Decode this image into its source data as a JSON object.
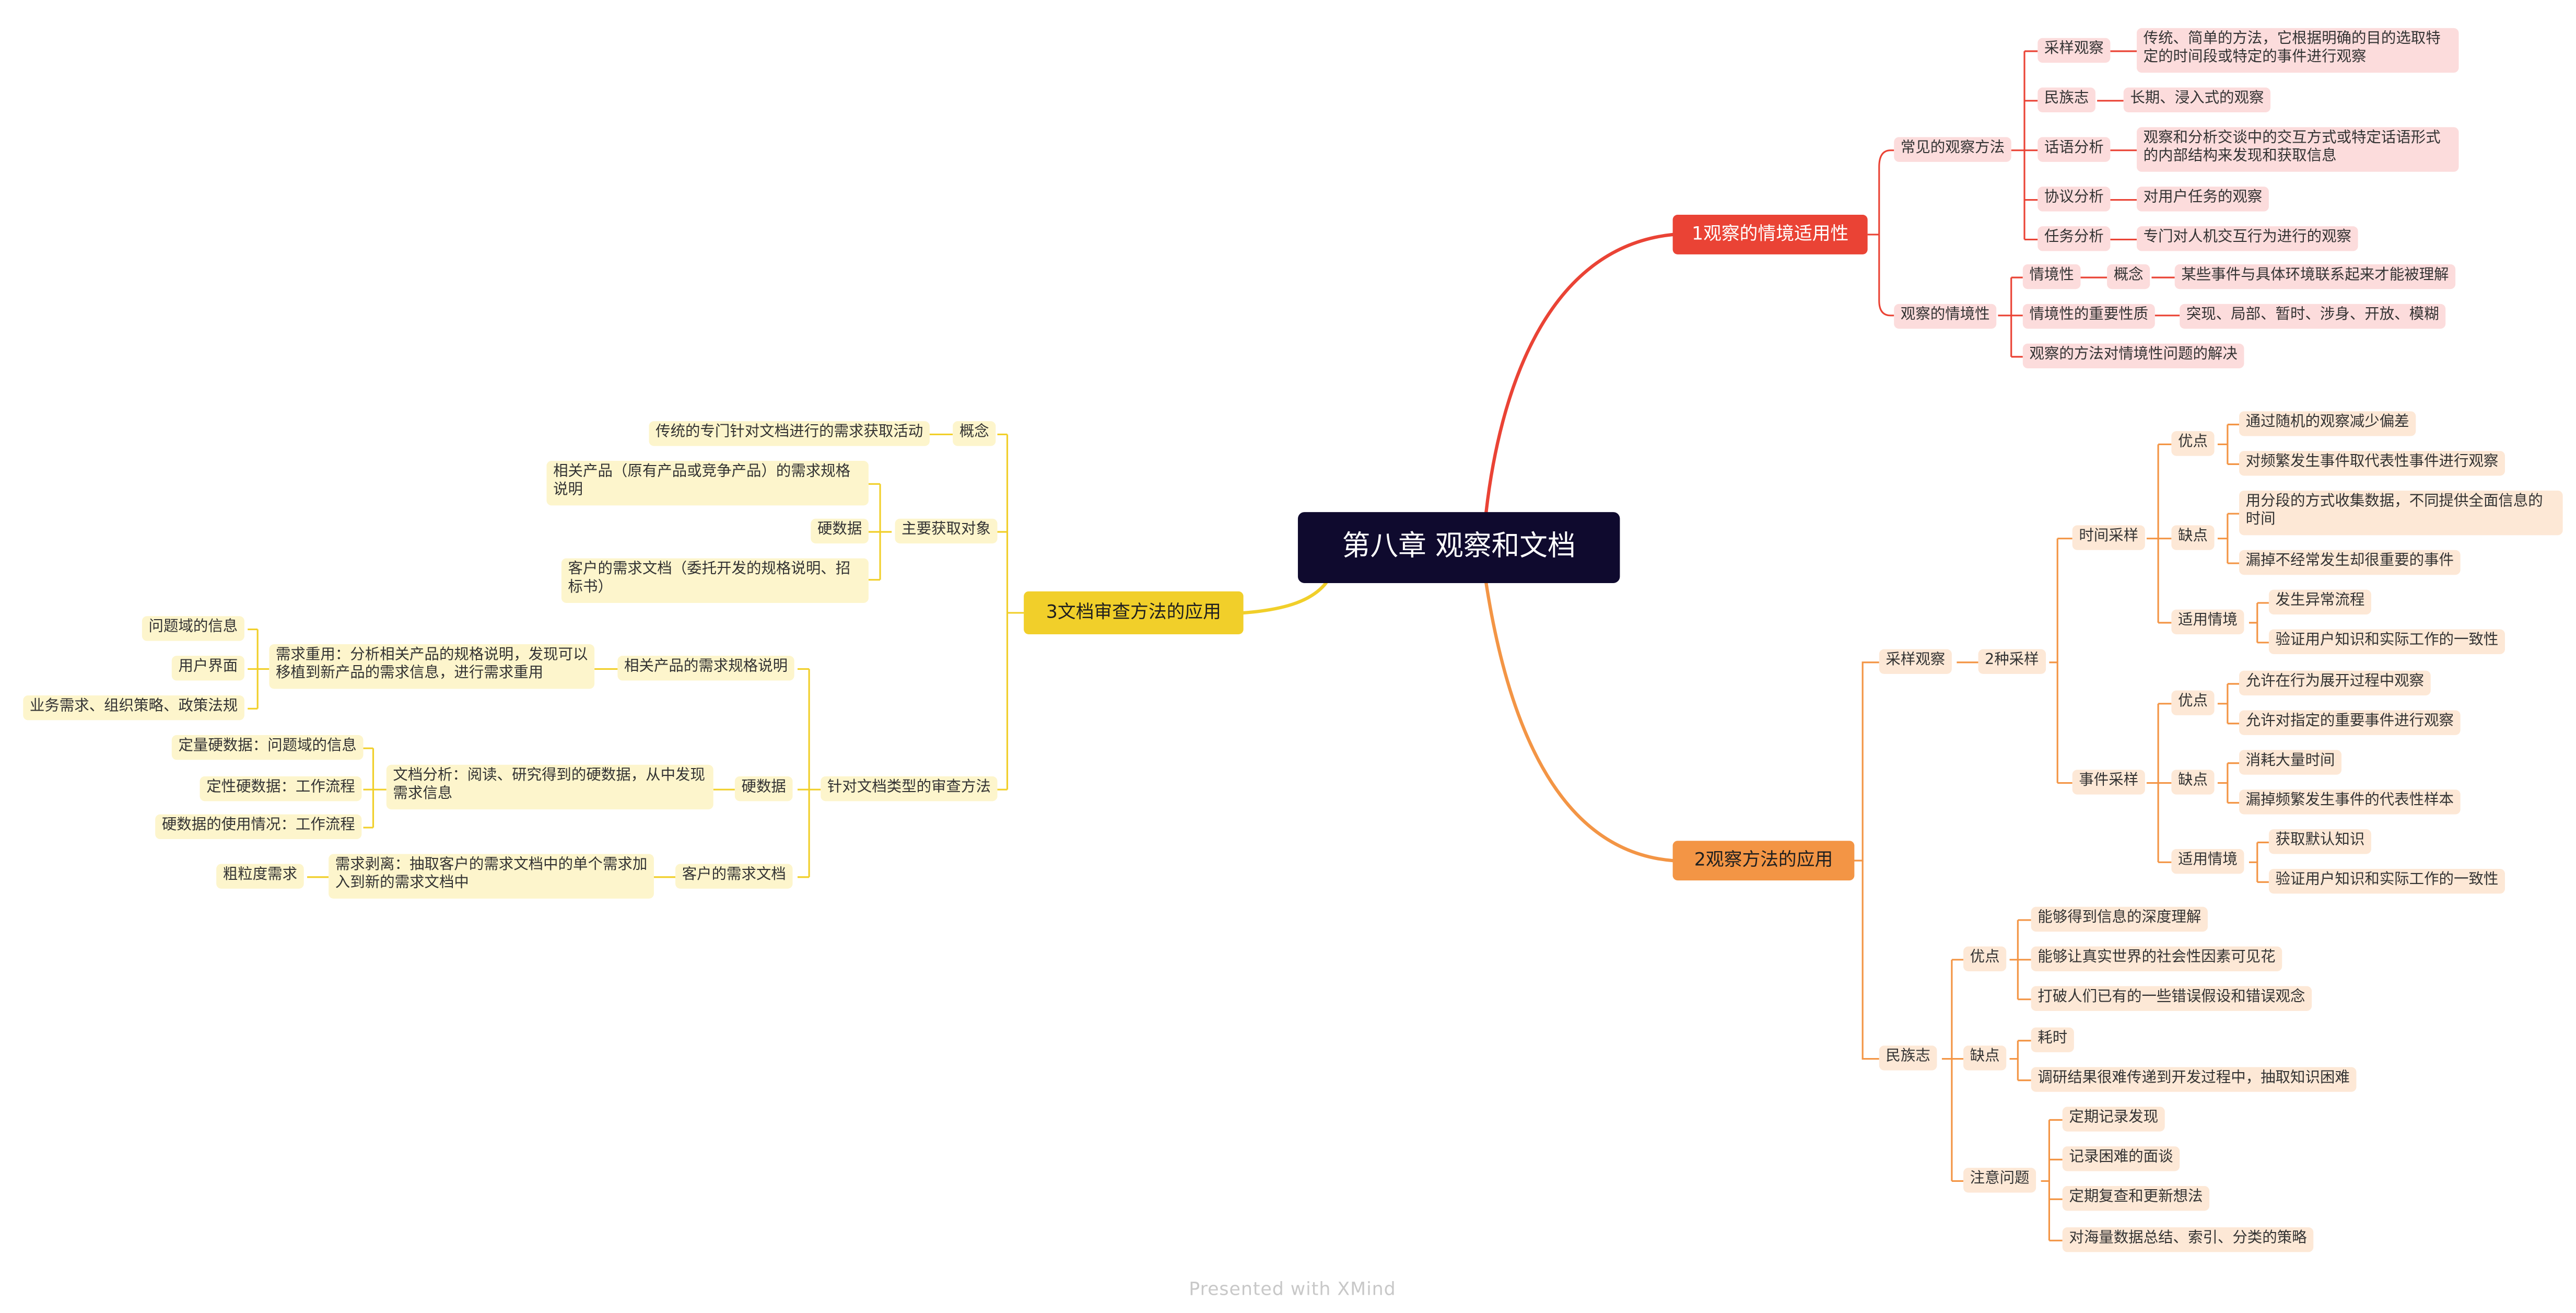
{
  "root": "第八章 观察和文档",
  "b1": {
    "title": "1观察的情境适用性",
    "common": {
      "label": "常见的观察方法",
      "sampling": {
        "label": "采样观察",
        "desc": "传统、简单的方法，它根据明确的目的选取特定的时间段或特定的事件进行观察"
      },
      "ethno": {
        "label": "民族志",
        "desc": "长期、浸入式的观察"
      },
      "discourse": {
        "label": "话语分析",
        "desc": "观察和分析交谈中的交互方式或特定话语形式的内部结构来发现和获取信息"
      },
      "protocol": {
        "label": "协议分析",
        "desc": "对用户任务的观察"
      },
      "task": {
        "label": "任务分析",
        "desc": "专门对人机交互行为进行的观察"
      }
    },
    "situ": {
      "label": "观察的情境性",
      "s": {
        "label": "情境性",
        "concept": "概念",
        "desc": "某些事件与具体环境联系起来才能被理解"
      },
      "imp": {
        "label": "情境性的重要性质",
        "desc": "突现、局部、暂时、涉身、开放、模糊"
      },
      "method": "观察的方法对情境性问题的解决"
    }
  },
  "b2": {
    "title": "2观察方法的应用",
    "sampling": {
      "label": "采样观察",
      "two": "2种采样",
      "time": {
        "label": "时间采样",
        "adv": {
          "label": "优点",
          "a1": "通过随机的观察减少偏差",
          "a2": "对频繁发生事件取代表性事件进行观察"
        },
        "dis": {
          "label": "缺点",
          "d1": "用分段的方式收集数据，不同提供全面信息的时间",
          "d2": "漏掉不经常发生却很重要的事件"
        },
        "use": {
          "label": "适用情境",
          "u1": "发生异常流程",
          "u2": "验证用户知识和实际工作的一致性"
        }
      },
      "event": {
        "label": "事件采样",
        "adv": {
          "label": "优点",
          "a1": "允许在行为展开过程中观察",
          "a2": "允许对指定的重要事件进行观察"
        },
        "dis": {
          "label": "缺点",
          "d1": "消耗大量时间",
          "d2": "漏掉频繁发生事件的代表性样本"
        },
        "use": {
          "label": "适用情境",
          "u1": "获取默认知识",
          "u2": "验证用户知识和实际工作的一致性"
        }
      }
    },
    "ethno": {
      "label": "民族志",
      "adv": {
        "label": "优点",
        "a1": "能够得到信息的深度理解",
        "a2": "能够让真实世界的社会性因素可见花",
        "a3": "打破人们已有的一些错误假设和错误观念"
      },
      "dis": {
        "label": "缺点",
        "d1": "耗时",
        "d2": "调研结果很难传递到开发过程中，抽取知识困难"
      },
      "note": {
        "label": "注意问题",
        "n1": "定期记录发现",
        "n2": "记录困难的面谈",
        "n3": "定期复查和更新想法",
        "n4": "对海量数据总结、索引、分类的策略"
      }
    }
  },
  "b3": {
    "title": "3文档审查方法的应用",
    "concept": {
      "label": "概念",
      "desc": "传统的专门针对文档进行的需求获取活动"
    },
    "main": {
      "label": "主要获取对象",
      "o1": "相关产品（原有产品或竞争产品）的需求规格说明",
      "o2": "硬数据",
      "o3": "客户的需求文档（委托开发的规格说明、招标书）"
    },
    "types": {
      "label": "针对文档类型的审查方法",
      "spec": {
        "label": "相关产品的需求规格说明",
        "reuse": "需求重用：分析相关产品的规格说明，发现可以移植到新产品的需求信息，进行需求重用",
        "r1": "问题域的信息",
        "r2": "用户界面",
        "r3": "业务需求、组织策略、政策法规"
      },
      "hard": {
        "label": "硬数据",
        "analysis": "文档分析：阅读、研究得到的硬数据，从中发现需求信息",
        "h1": "定量硬数据：问题域的信息",
        "h2": "定性硬数据：工作流程",
        "h3": "硬数据的使用情况：工作流程"
      },
      "cust": {
        "label": "客户的需求文档",
        "strip": "需求剥离：抽取客户的需求文档中的单个需求加入到新的需求文档中",
        "coarse": "粗粒度需求"
      }
    }
  },
  "watermark": "Presented with XMind",
  "colors": {
    "root": "#0f0a2e",
    "branch1": "#ea4335",
    "branch2": "#f39545",
    "branch3": "#f1cf2a"
  }
}
